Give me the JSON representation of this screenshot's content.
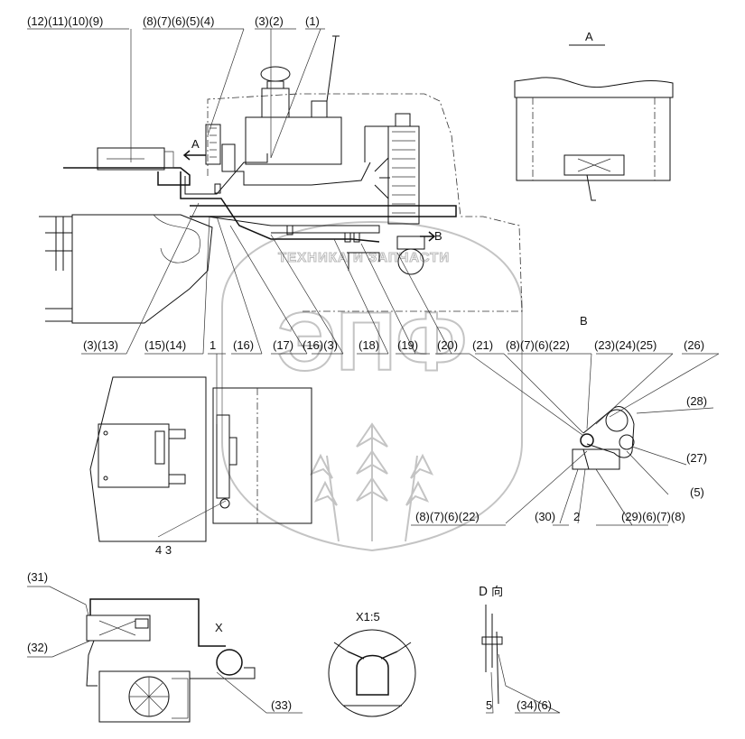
{
  "watermark": {
    "text": "ТЕХНИКА И ЗАПЧАСТИ",
    "logo": "ЭПФ"
  },
  "views": {
    "view_a_title": "A",
    "view_b_title": "B",
    "view_d_title": "D 向",
    "detail_x_title": "X1:5",
    "arrow_a": "A",
    "arrow_b": "B",
    "mark_x": "X"
  },
  "callouts_top": [
    "(12)(11)(10)(9)",
    "(8)(7)(6)(5)(4)",
    "(3)(2)",
    "(1)"
  ],
  "callouts_mid": [
    "(3)(13)",
    "(15)(14)",
    "1",
    "(16)",
    "(17)",
    "(16)(3)",
    "(18)",
    "(19)",
    "(20)",
    "(21)",
    "(8)(7)(6)(22)",
    "(23)(24)(25)",
    "(26)"
  ],
  "callouts_right": [
    "(28)",
    "(27)",
    "(5)",
    "(30)",
    "2",
    "(29)(6)(7)(8)",
    "(8)(7)(6)(22)"
  ],
  "callouts_bottom": [
    "4 3",
    "(31)",
    "(32)",
    "(33)",
    "5",
    "(34)(6)"
  ]
}
